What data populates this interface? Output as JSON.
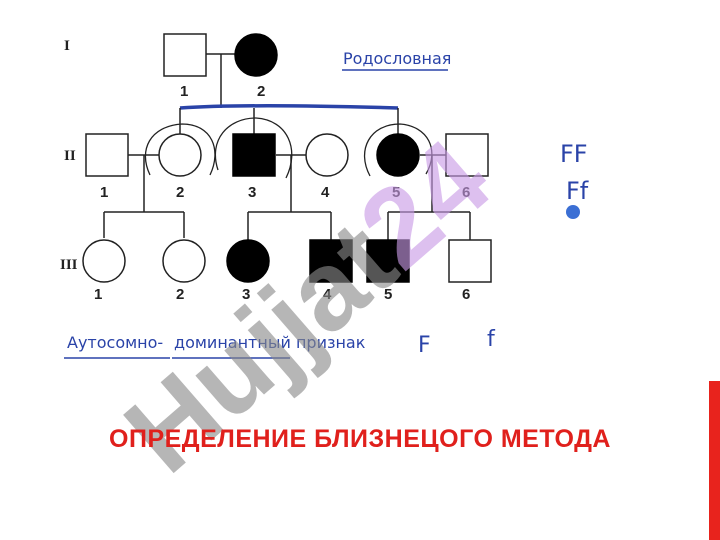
{
  "generations": [
    "I",
    "II",
    "III"
  ],
  "individual_labels": {
    "I": [
      "1",
      "2"
    ],
    "II": [
      "1",
      "2",
      "3",
      "4",
      "5",
      "6"
    ],
    "III": [
      "1",
      "2",
      "3",
      "4",
      "5",
      "6"
    ]
  },
  "caption_top": "Родословная",
  "caption_bottom_part1": "Аутосомно-",
  "caption_bottom_part2": "доминантный признак",
  "genotypes": {
    "ff_upper": "FF",
    "ff_lower": "Ff",
    "allele_dominant": "F",
    "allele_recessive": "f"
  },
  "watermark": "Hujjat24",
  "slide_title": "ОПРЕДЕЛЕНИЕ БЛИЗНЕЦОГО МЕТОДА",
  "colors": {
    "title": "#e0201c",
    "accent_bar": "#e8231d",
    "annotation_blue": "#2a43a8",
    "dot_blue": "#3b6fd4",
    "watermark_gray": "#8a8a8a",
    "watermark_purple": "#c99ae6"
  }
}
